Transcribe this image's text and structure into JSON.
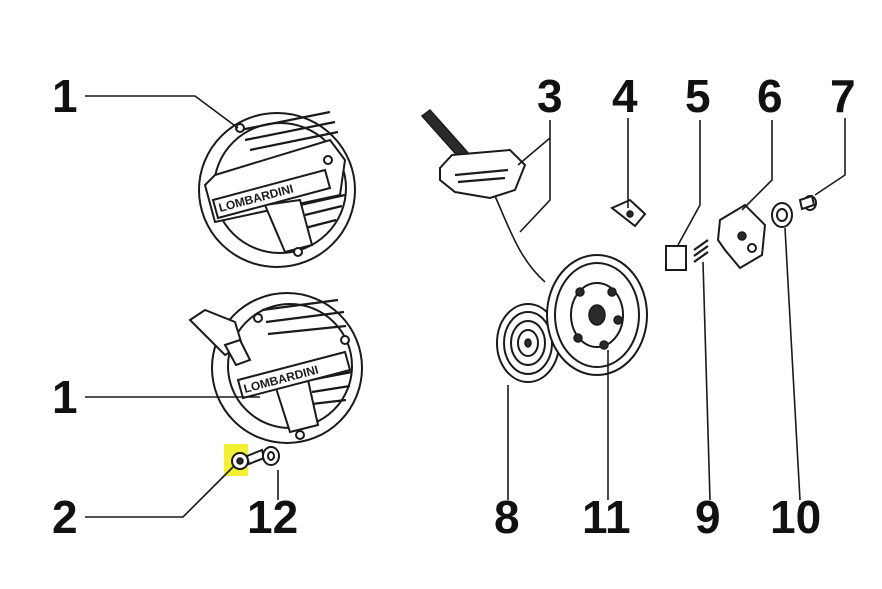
{
  "callouts": {
    "c1_top": "1",
    "c1_bottom": "1",
    "c2": "2",
    "c3": "3",
    "c4": "4",
    "c5": "5",
    "c6": "6",
    "c7": "7",
    "c8": "8",
    "c9": "9",
    "c10": "10",
    "c11": "11",
    "c12": "12"
  },
  "brand_text": "LOMBARDINI",
  "colors": {
    "highlight": "#f2ee1e",
    "ink": "#1a1a1a"
  }
}
